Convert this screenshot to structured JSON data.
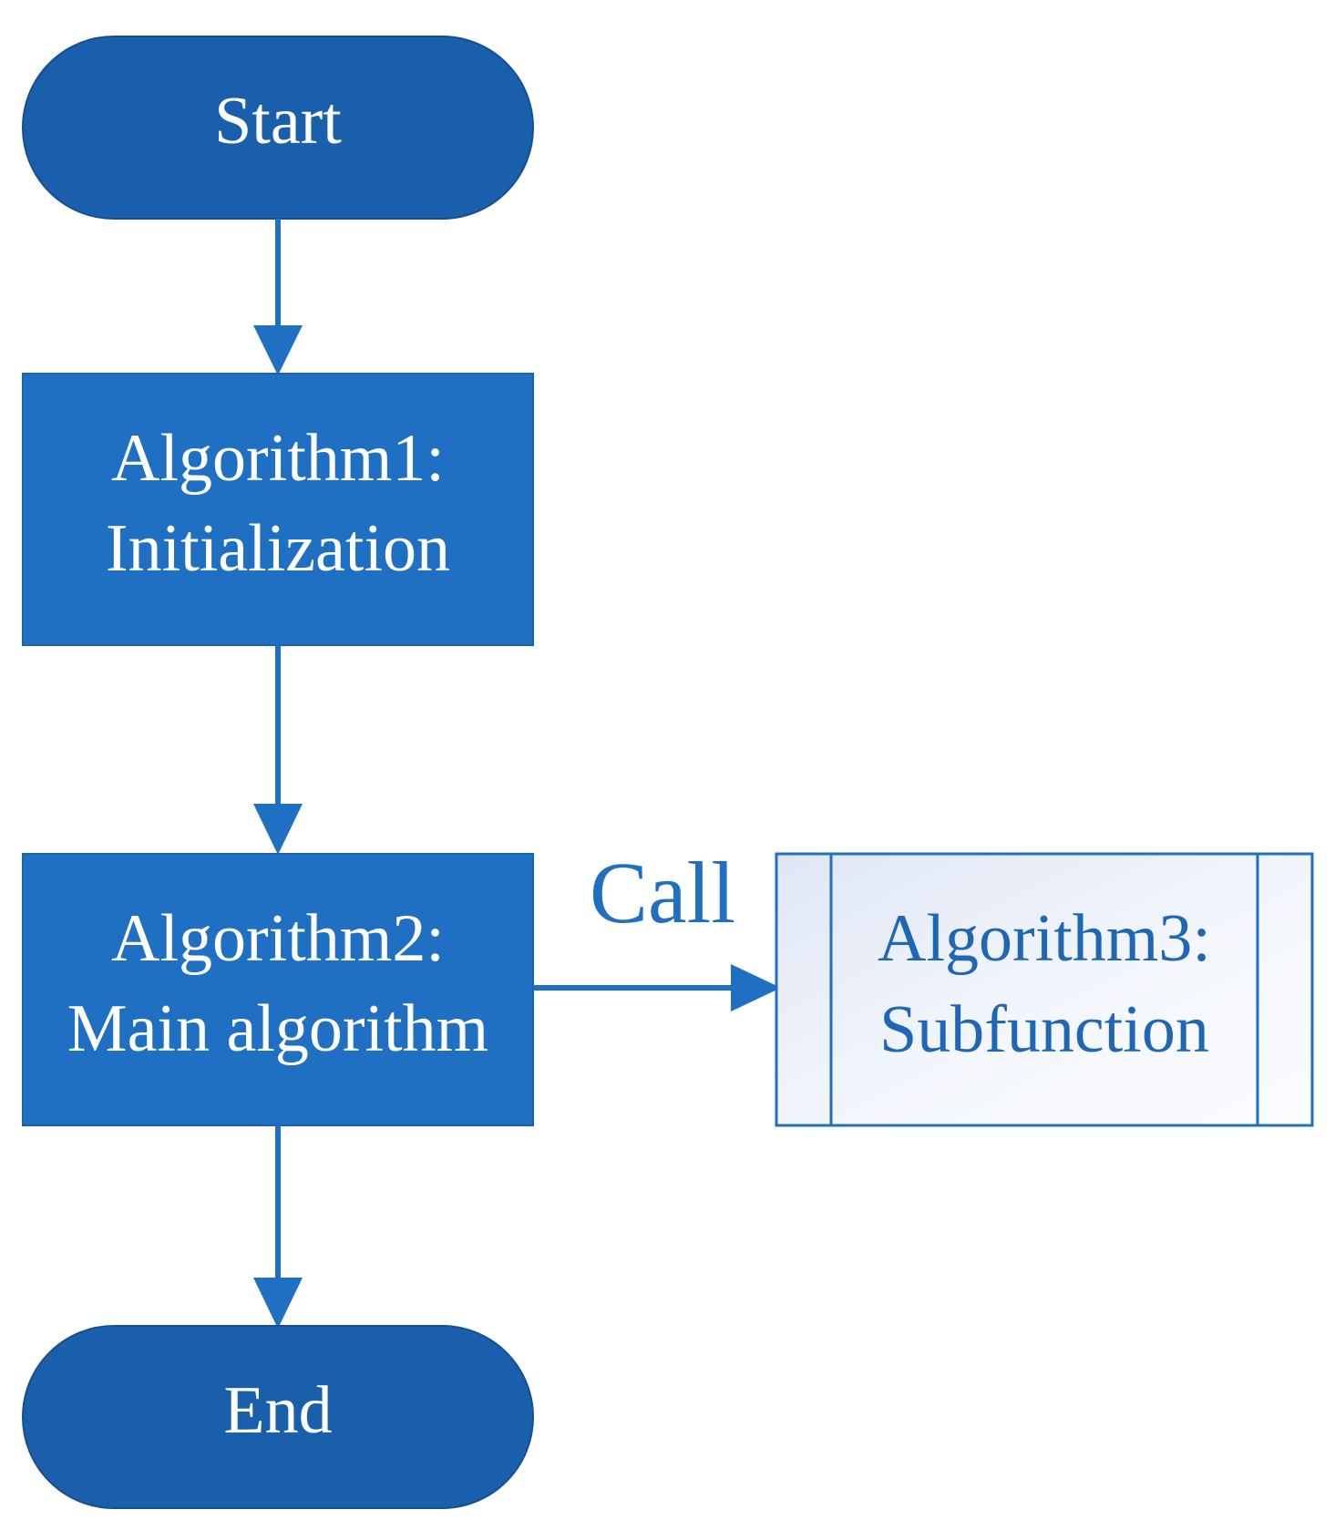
{
  "diagram": {
    "nodes": {
      "start": {
        "label": "Start"
      },
      "algorithm1": {
        "line1": "Algorithm1:",
        "line2": "Initialization"
      },
      "algorithm2": {
        "line1": "Algorithm2:",
        "line2": "Main algorithm"
      },
      "algorithm3": {
        "line1": "Algorithm3:",
        "line2": "Subfunction"
      },
      "end": {
        "label": "End"
      }
    },
    "edges": {
      "call_label": "Call"
    }
  },
  "colors": {
    "terminal_fill": "#1a5fac",
    "process_fill": "#1f6fc3",
    "arrow": "#1f6fc3",
    "subprocess_border": "#1f6fc3",
    "subprocess_text": "#1f67b5"
  }
}
